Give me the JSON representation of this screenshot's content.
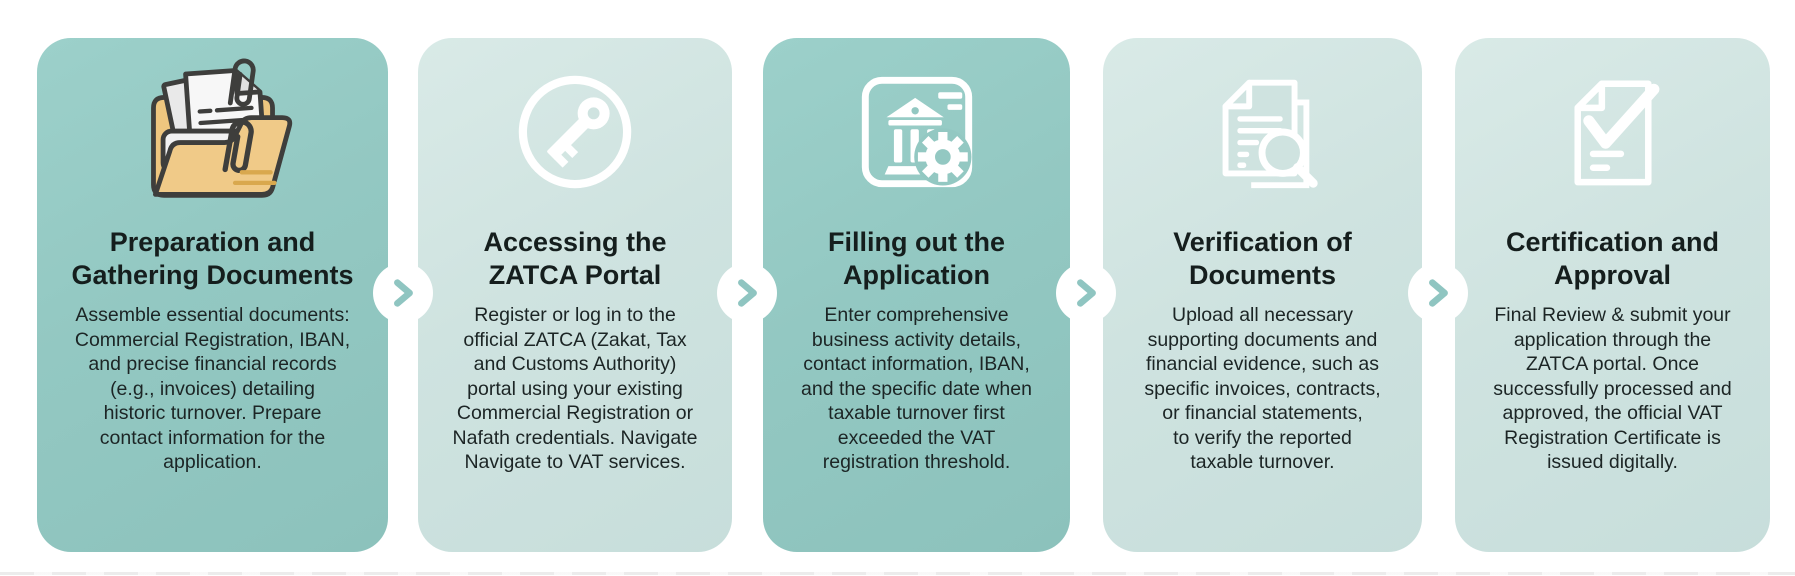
{
  "infographic": {
    "topic": "VAT registration process via ZATCA portal",
    "background": "#ffffff"
  },
  "colors": {
    "card_dark": "#93c8c2",
    "card_light": "#cfe3e0",
    "connector_chevron": "#8fc5c1",
    "title_text": "#151e1d",
    "body_text": "#1c2525",
    "icon_stroke": "#ffffff",
    "folder_back": "#eec67f",
    "folder_front": "#f0ca88",
    "folder_outline": "#3e3e3c",
    "paper": "#f6f6f6"
  },
  "steps": [
    {
      "variant": "dark",
      "icon": "folder-documents-icon",
      "title": "Preparation and\nGathering Documents",
      "description": "Assemble essential documents:\nCommercial Registration, IBAN,\nand precise financial records\n(e.g., invoices) detailing\nhistoric turnover. Prepare\ncontact information for the\napplication."
    },
    {
      "variant": "light",
      "icon": "key-icon",
      "title": "Accessing the\nZATCA Portal",
      "description": "Register or log in to the\nofficial ZATCA (Zakat, Tax\nand Customs Authority)\nportal using your existing\nCommercial Registration or\nNafath credentials. Navigate\nNavigate to VAT services."
    },
    {
      "variant": "dark",
      "icon": "bank-settings-icon",
      "title": "Filling out the\nApplication",
      "description": "Enter comprehensive\nbusiness activity details,\ncontact information, IBAN,\nand the specific date when\ntaxable turnover first\nexceeded the VAT\nregistration threshold."
    },
    {
      "variant": "light",
      "icon": "document-search-icon",
      "title": "Verification of\nDocuments",
      "description": "Upload all necessary\nsupporting documents and\nfinancial evidence, such as\nspecific invoices, contracts,\nor financial statements,\nto verify the reported\ntaxable turnover."
    },
    {
      "variant": "light",
      "icon": "document-check-icon",
      "title": "Certification and\nApproval",
      "description": "Final Review & submit your\napplication through the\nZATCA portal. Once\nsuccessfully processed and\napproved, the official VAT\nRegistration Certificate is\nissued digitally."
    }
  ],
  "connectors": [
    {
      "icon": "chevron-right-icon"
    },
    {
      "icon": "chevron-right-icon"
    },
    {
      "icon": "chevron-right-icon"
    },
    {
      "icon": "chevron-right-icon"
    }
  ]
}
